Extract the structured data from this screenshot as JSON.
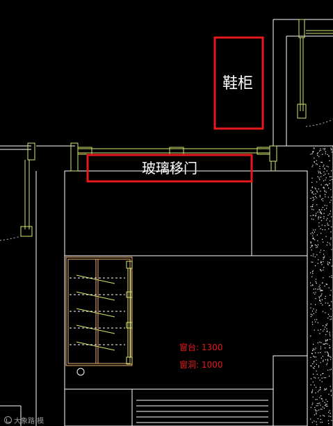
{
  "labels": {
    "shoe_cabinet": "鞋柜",
    "sliding_door": "玻璃移门",
    "sill_height": "窗台: 1300",
    "window_opening": "窗洞: 1000"
  },
  "watermark": {
    "text": "大象路 模"
  },
  "colors": {
    "background": "#000000",
    "wall": "#ffffff",
    "fixture": "#d6e86a",
    "highlight": "#e8181c",
    "cabinet": "#f0b070",
    "dimension_text": "#e8181c"
  }
}
